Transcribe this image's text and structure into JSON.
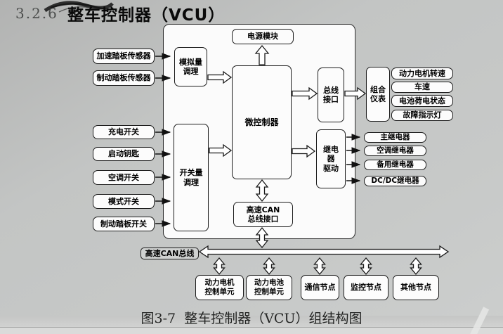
{
  "page": {
    "section_number": "3.2.6",
    "title": "整车控制器（VCU）",
    "caption": "图3-7  整车控制器（VCU）组结构图"
  },
  "palette": {
    "background": "#c4c6c5",
    "box_fill": "#fcfcfc",
    "box_border": "#1c1c1c",
    "bus_label_fill": "#d0d2d1"
  },
  "decorations": {
    "top_left_icon": "ink-brush-stroke"
  },
  "diagram": {
    "inputs": {
      "analog": [
        "加速踏板传感器",
        "制动踏板传感器"
      ],
      "switches": [
        "充电开关",
        "启动钥匙",
        "空调开关",
        "模式开关",
        "制动踏板开关"
      ]
    },
    "blocks": {
      "analog_conditioning": "模拟量\n调理",
      "switch_conditioning": "开关量\n调理",
      "power_module": "电源模块",
      "mcu": "微控制器",
      "bus_interface": "总线\n接口",
      "relay_driver": "继电\n器\n驱动",
      "can_interface": "高速CAN\n总线接口"
    },
    "cluster": {
      "label": "组合\n仪表",
      "items": [
        "动力电机转速",
        "车速",
        "电池荷电状态",
        "故障指示灯"
      ]
    },
    "relays": [
      "主继电器",
      "空调继电器",
      "备用继电器",
      "DC/DC继电器"
    ],
    "bus": {
      "label": "高速CAN总线"
    },
    "nodes": [
      "动力电机\n控制单元",
      "动力电池\n控制单元",
      "通信节点",
      "监控节点",
      "其他节点"
    ]
  }
}
